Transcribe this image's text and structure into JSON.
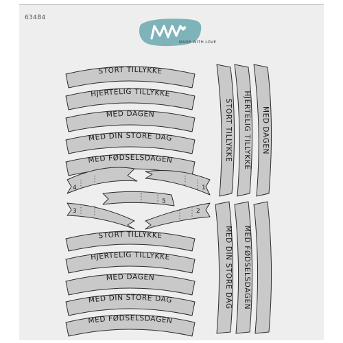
{
  "product": {
    "sku": "634B4",
    "logo_monogram": "MW",
    "logo_tagline": "MADE WITH LOVE",
    "brand_color": "#7fb3ba"
  },
  "banners_top": [
    "STORT TILLYKKE",
    "HJERTELIG TILLYKKE",
    "MED DAGEN",
    "MED DIN STORE DAG",
    "MED FØDSELSDAGEN"
  ],
  "banners_bottom": [
    "STORT TILLYKKE",
    "HJERTELIG TILLYKKE",
    "MED DAGEN",
    "MED DIN STORE DAG",
    "MED FØDSELSDAGEN"
  ],
  "vertical_top": [
    "STORT TILLYKKE",
    "HJERTELIG TILLYKKE",
    "MED DAGEN"
  ],
  "vertical_bottom": [
    "MED DIN STORE DAG",
    "MED FØDSELSDAGEN",
    ""
  ],
  "numbered_pieces": {
    "left_top": "4",
    "right_top": "1",
    "middle": "5",
    "left_bottom": "3",
    "right_bottom": "2"
  }
}
